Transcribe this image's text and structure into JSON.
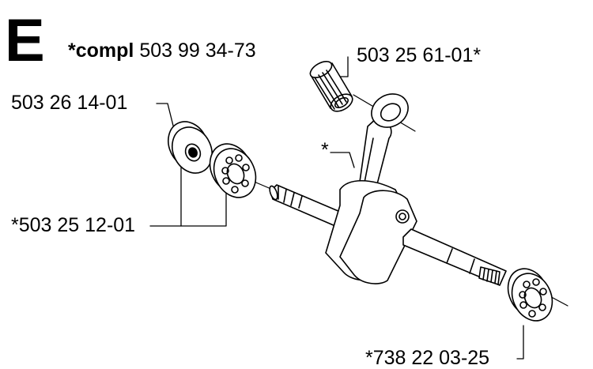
{
  "section_letter": "E",
  "header": {
    "prefix": "*compl",
    "number": "503 99 34-73"
  },
  "parts": [
    {
      "id": "needle-bearing",
      "label": "503 25 61-01*"
    },
    {
      "id": "seal-ring",
      "label": "503 26 14-01"
    },
    {
      "id": "crankshaft",
      "label": "*"
    },
    {
      "id": "ball-bearings",
      "label": "*503 25 12-01"
    },
    {
      "id": "right-bearing",
      "label": "*738 22 03-25"
    }
  ]
}
